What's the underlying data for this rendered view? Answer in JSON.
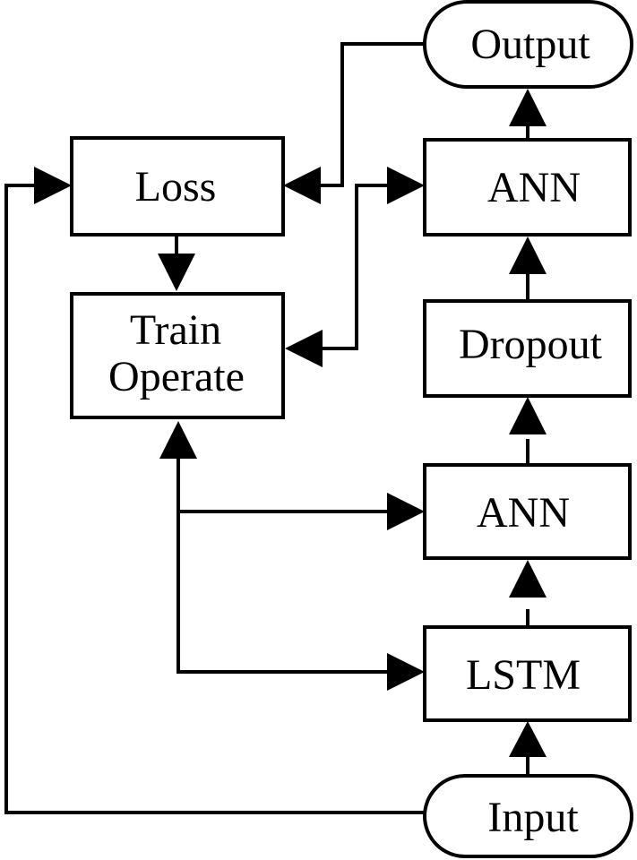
{
  "nodes": {
    "output": "Output",
    "loss": "Loss",
    "ann_top": "ANN",
    "train_operate": [
      "Train",
      "Operate"
    ],
    "dropout": "Dropout",
    "ann_bottom": "ANN",
    "lstm": "LSTM",
    "input": "Input"
  },
  "edges": [
    {
      "from": "input",
      "to": "lstm"
    },
    {
      "from": "lstm",
      "to": "ann_bottom"
    },
    {
      "from": "ann_bottom",
      "to": "dropout"
    },
    {
      "from": "dropout",
      "to": "ann_top"
    },
    {
      "from": "ann_top",
      "to": "output"
    },
    {
      "from": "output",
      "to": "loss"
    },
    {
      "from": "input",
      "to": "loss"
    },
    {
      "from": "loss",
      "to": "train_operate"
    },
    {
      "from": "train_operate",
      "to": "ann_top",
      "bidirectional": true
    },
    {
      "from": "train_operate",
      "to": "ann_bottom",
      "bidirectional": true
    },
    {
      "from": "train_operate",
      "to": "lstm",
      "bidirectional": true
    }
  ],
  "colors": {
    "stroke": "#000000",
    "fill": "#ffffff"
  }
}
